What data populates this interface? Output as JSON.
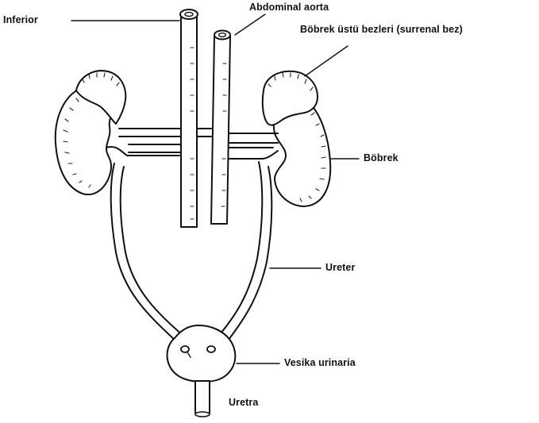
{
  "labels": {
    "inferior": "Inferior",
    "abdominal_aorta": "Abdominal aorta",
    "adrenal": "Böbrek üstü bezleri (surrenal bez)",
    "kidney": "Böbrek",
    "ureter": "Ureter",
    "bladder": "Vesika urinaria",
    "urethra": "Uretra"
  },
  "colors": {
    "ink": "#111111",
    "paper": "#ffffff"
  }
}
